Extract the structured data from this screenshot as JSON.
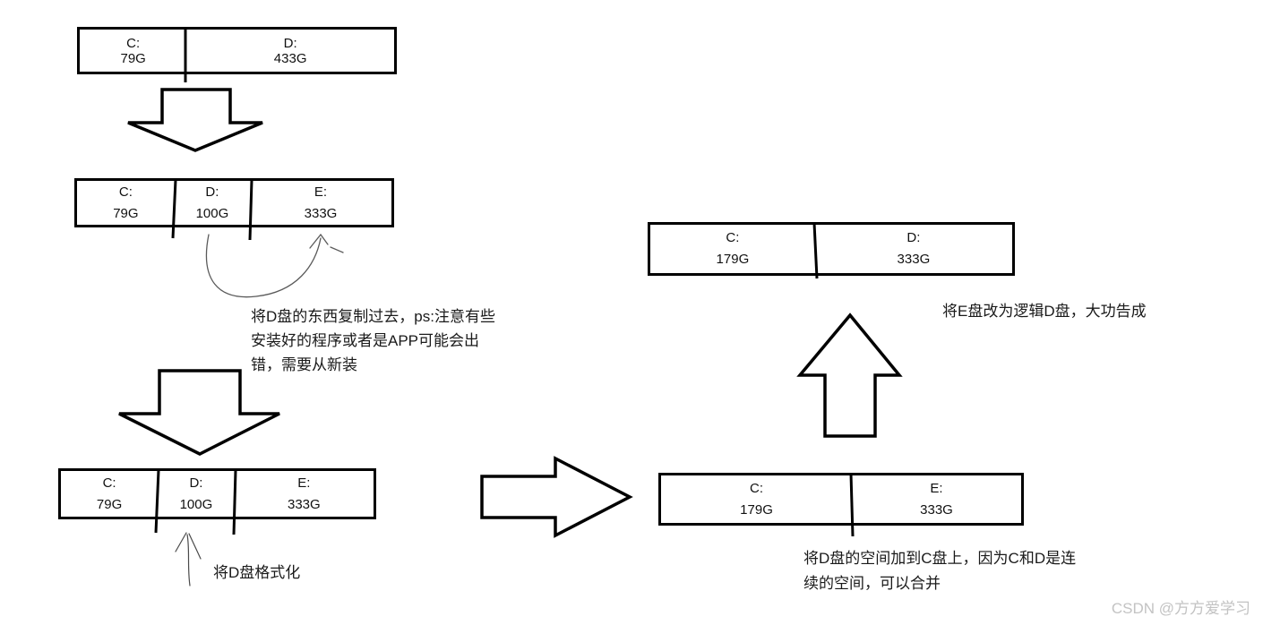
{
  "boxes": [
    {
      "step": "initial",
      "partitions": [
        {
          "name": "C:",
          "size": "79G"
        },
        {
          "name": "D:",
          "size": "433G"
        }
      ]
    },
    {
      "step": "after-split",
      "partitions": [
        {
          "name": "C:",
          "size": "79G"
        },
        {
          "name": "D:",
          "size": "100G"
        },
        {
          "name": "E:",
          "size": "333G"
        }
      ]
    },
    {
      "step": "before-format",
      "partitions": [
        {
          "name": "C:",
          "size": "79G"
        },
        {
          "name": "D:",
          "size": "100G"
        },
        {
          "name": "E:",
          "size": "333G"
        }
      ]
    },
    {
      "step": "after-merge",
      "partitions": [
        {
          "name": "C:",
          "size": "179G"
        },
        {
          "name": "E:",
          "size": "333G"
        }
      ]
    },
    {
      "step": "final",
      "partitions": [
        {
          "name": "C:",
          "size": "179G"
        },
        {
          "name": "D:",
          "size": "333G"
        }
      ]
    }
  ],
  "annotations": {
    "copy_note_line1": "将D盘的东西复制过去，ps:注意有些",
    "copy_note_line2": "安装好的程序或者是APP可能会出",
    "copy_note_line3": "错，需要从新装",
    "format_note": "将D盘格式化",
    "merge_note_line1": "将D盘的空间加到C盘上，因为C和D是连",
    "merge_note_line2": "续的空间，可以合并",
    "logical_note": "将E盘改为逻辑D盘，大功告成"
  },
  "watermark": "CSDN @方方爱学习",
  "colors": {
    "stroke": "#000000",
    "text": "#1a1a1a",
    "handdrawn": "#5a5a5a",
    "watermark": "#c3c3c3",
    "background": "#ffffff"
  }
}
